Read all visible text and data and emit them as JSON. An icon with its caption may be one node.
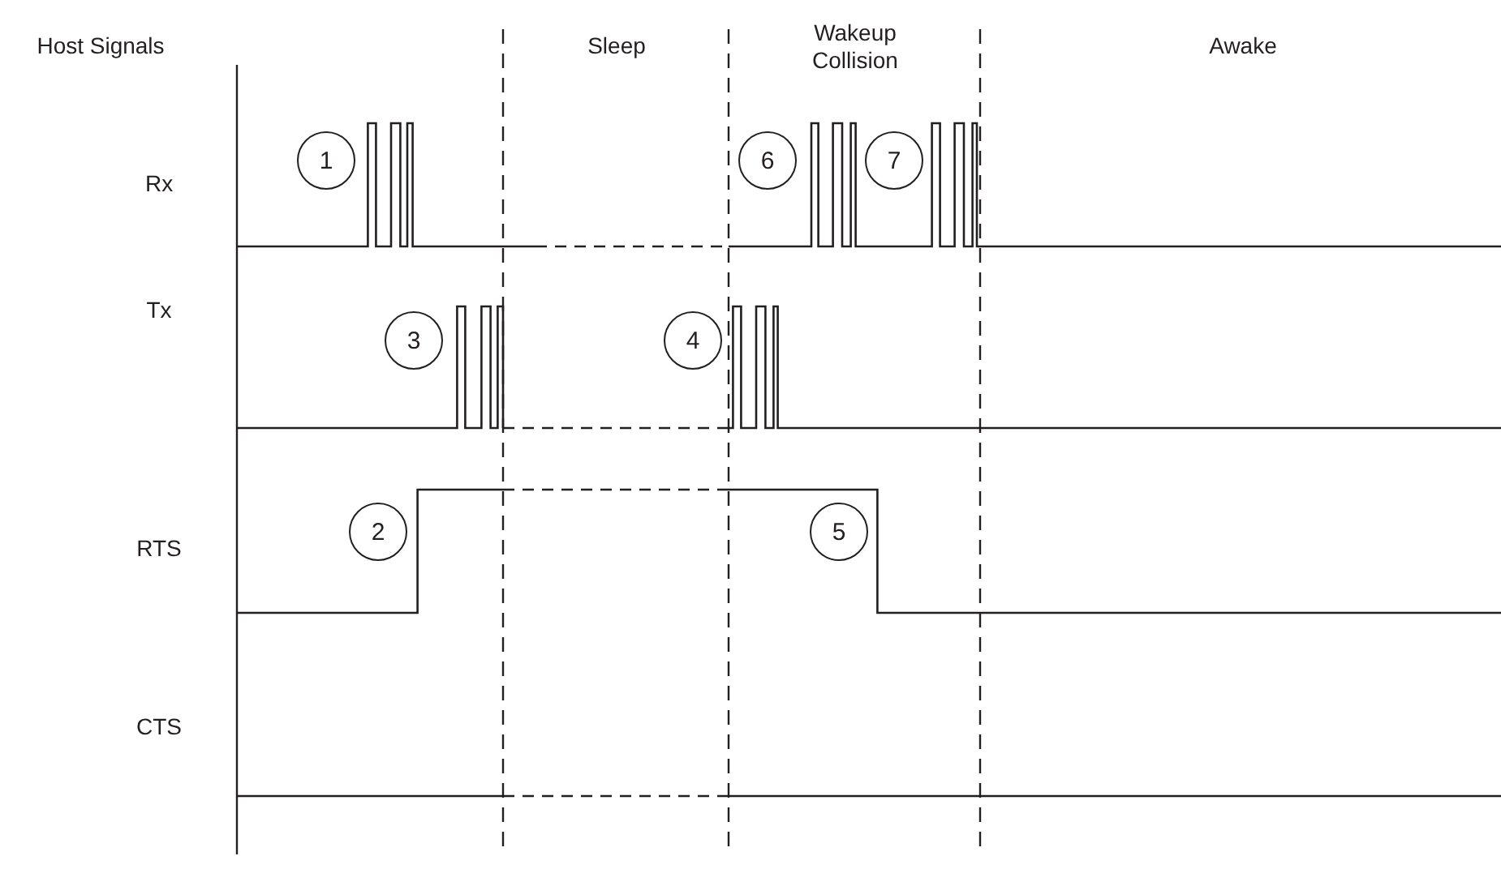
{
  "diagram": {
    "nodes": [
      {
        "text": [
          "1"
        ]
      },
      {
        "text": [
          "6"
        ]
      },
      {
        "text": [
          "7"
        ]
      },
      {
        "text": [
          "3"
        ]
      },
      {
        "text": [
          "4"
        ]
      },
      {
        "text": [
          "2"
        ]
      },
      {
        "text": [
          "5"
        ]
      }
    ],
    "labels": [
      "Host Signals",
      "Sleep",
      "Wakeup Collision",
      "Awake",
      "Rx",
      "Tx",
      "RTS",
      "CTS"
    ]
  }
}
